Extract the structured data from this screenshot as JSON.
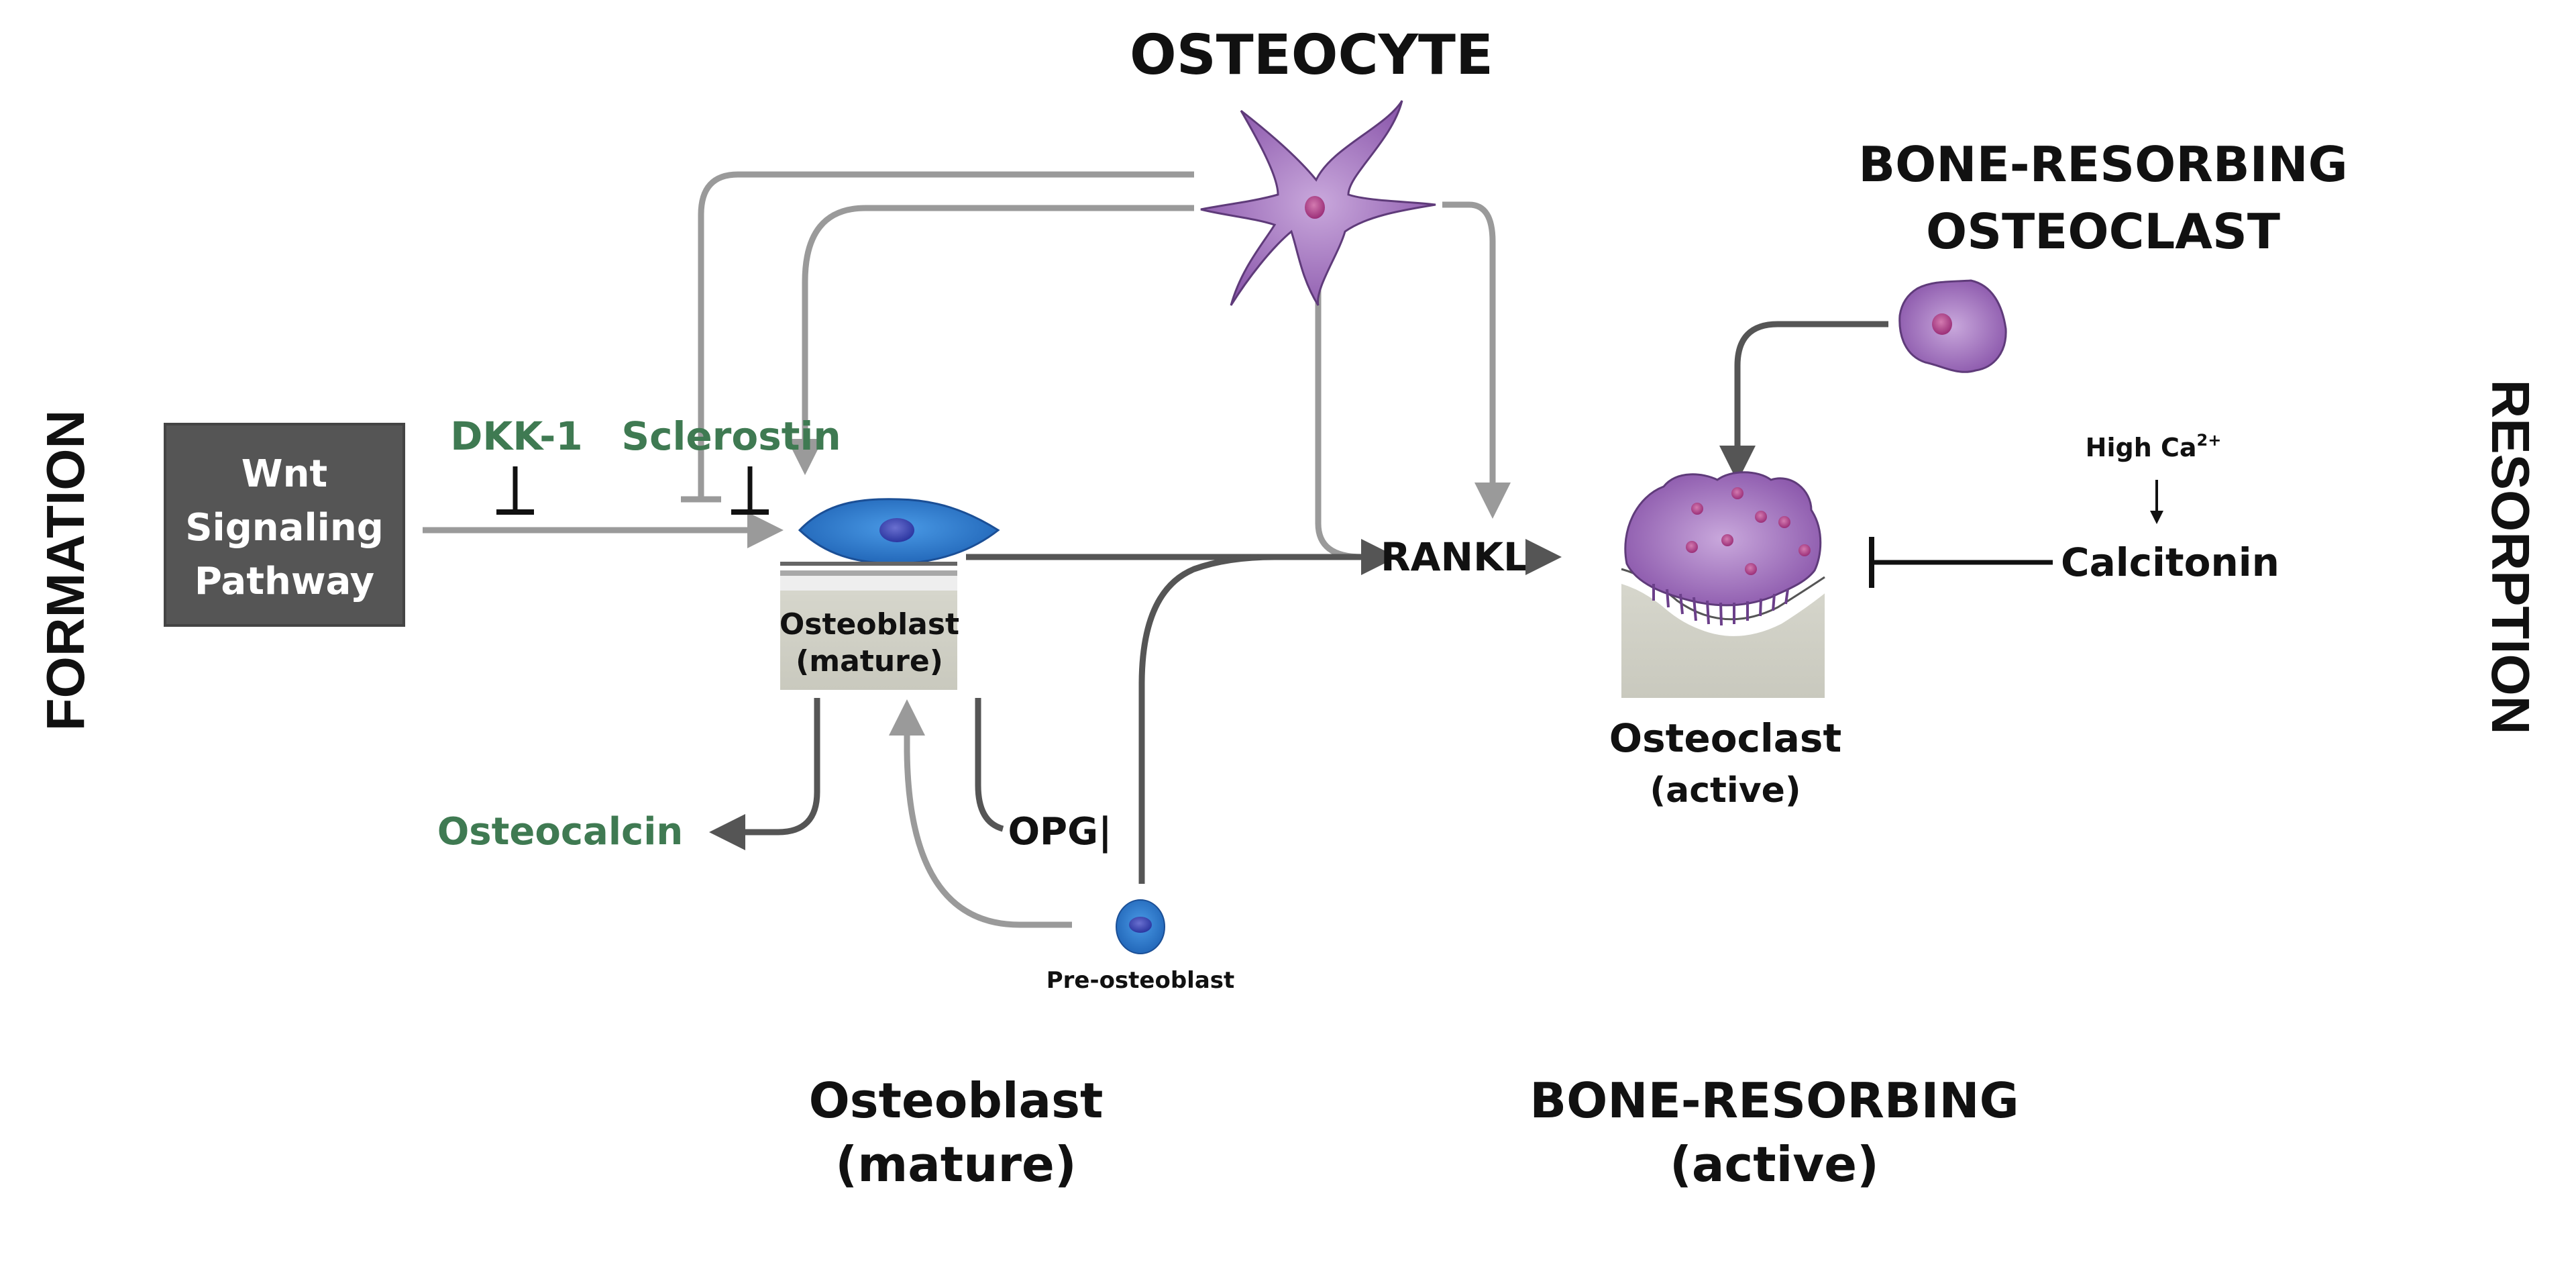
{
  "titles": {
    "osteocyte": "OSTEOCYTE",
    "bone_resorbing_osteoclast_line1": "BONE-RESORBING",
    "bone_resorbing_osteoclast_line2": "OSTEOCLAST"
  },
  "side_labels": {
    "left": "FORMATION",
    "right": "RESORPTION"
  },
  "wnt_box": {
    "line1": "Wnt",
    "line2": "Signaling",
    "line3": "Pathway"
  },
  "inhibitors": {
    "dkk1": "DKK-1",
    "sclerostin": "Sclerostin"
  },
  "osteoblast_box": {
    "line1": "Osteoblast",
    "line2": "(mature)"
  },
  "osteocalcin": "Osteocalcin",
  "opg": "OPG|",
  "pre_osteoblast": "Pre-osteoblast",
  "rankl": "RANKL",
  "osteoclast_label": {
    "line1": "Osteoclast",
    "line2": "(active)"
  },
  "calcitonin": "Calcitonin",
  "high_ca": {
    "text": "High Ca",
    "superscript": "2+"
  },
  "bottom_labels": {
    "left_line1": "Osteoblast",
    "left_line2": "(mature)",
    "right_line1": "BONE-RESORBING",
    "right_line2": "(active)"
  },
  "colors": {
    "green_text": "#3f7a52",
    "wnt_box": "#555555",
    "osteocyte": "#9a6cb8",
    "osteoblast": "#2f7fd0",
    "bone": "#d2d2c8"
  }
}
